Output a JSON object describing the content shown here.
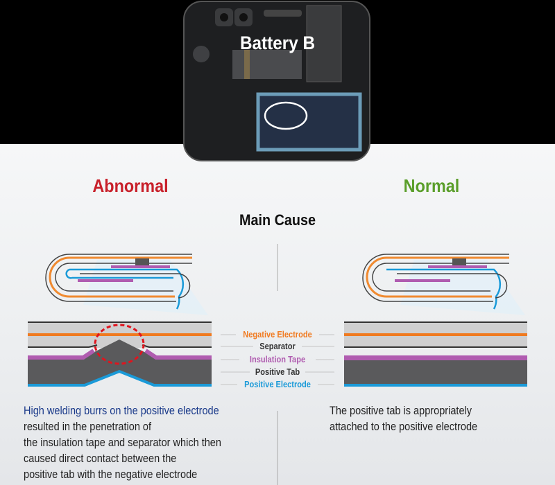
{
  "header": {
    "title": "Battery B"
  },
  "sections": {
    "abnormal": {
      "title": "Abnormal",
      "color": "#c8202a"
    },
    "normal": {
      "title": "Normal",
      "color": "#5a9e2a"
    },
    "main_cause": "Main Cause"
  },
  "legend": [
    {
      "label": "Negative Electrode",
      "color": "#f07a20"
    },
    {
      "label": "Separator",
      "color": "#333333"
    },
    {
      "label": "Insulation Tape",
      "color": "#b05cb0"
    },
    {
      "label": "Positive Tab",
      "color": "#333333"
    },
    {
      "label": "Positive Electrode",
      "color": "#1a9ad8"
    }
  ],
  "descriptions": {
    "abnormal_highlight": "High welding burrs on the positive electrode",
    "abnormal_rest_1": " resulted in the penetration of",
    "abnormal_lines": [
      "the insulation tape and separator which then",
      "caused direct contact between the",
      "positive tab with the negative electrode"
    ],
    "highlight_color": "#1a3a8a",
    "normal_lines": [
      "The positive tab is appropriately",
      "attached to the positive electrode"
    ]
  }
}
